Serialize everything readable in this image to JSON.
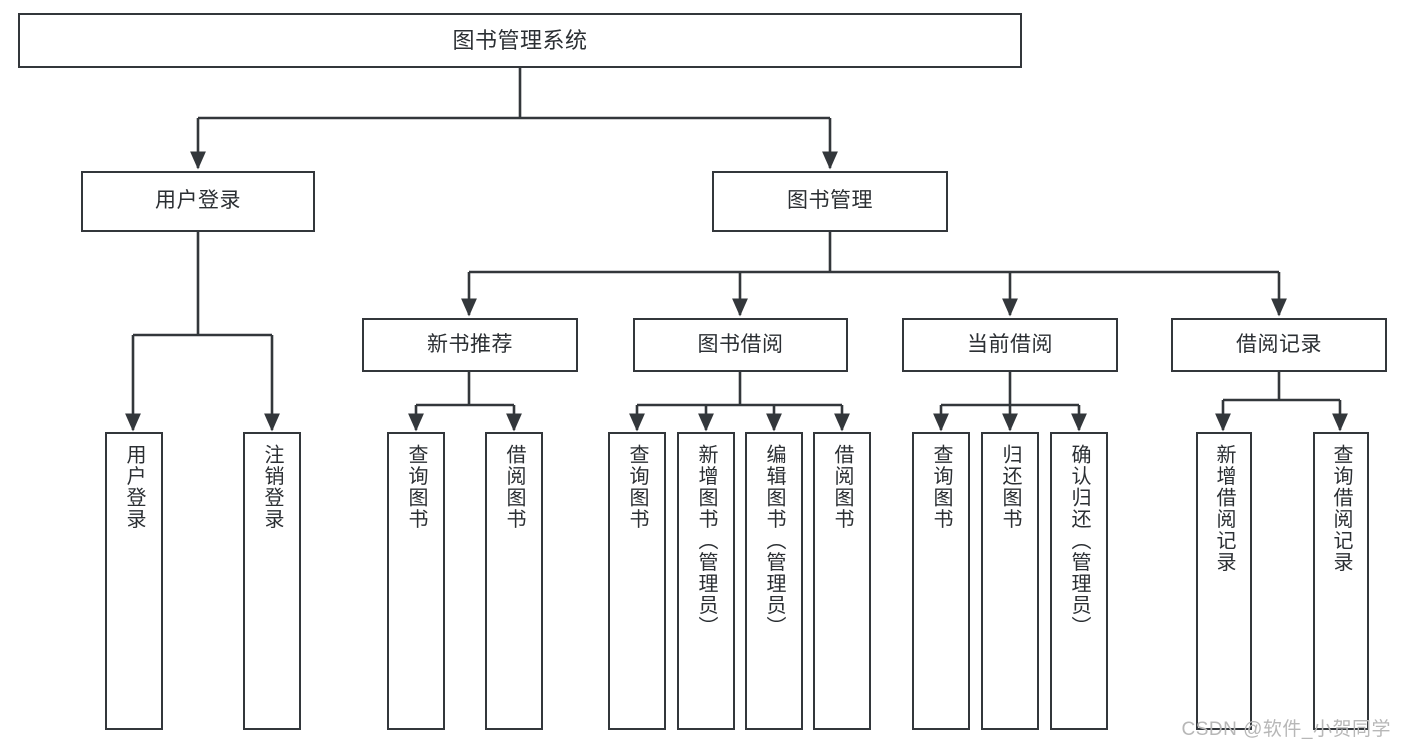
{
  "diagram": {
    "title": "图书管理系统",
    "type": "hierarchy-tree",
    "edge_color": "#33373b",
    "box_border_color": "#33373b",
    "box_fill_color": "#ffffff",
    "text_color": "#2b2f33",
    "watermark": "CSDN @软件_小贺同学"
  },
  "nodes": {
    "root": {
      "label": "图书管理系统",
      "level": 1,
      "orientation": "horizontal"
    },
    "level2": [
      {
        "id": "user-login",
        "label": "用户登录",
        "level": 2,
        "orientation": "horizontal"
      },
      {
        "id": "book-management",
        "label": "图书管理",
        "level": 2,
        "orientation": "horizontal"
      }
    ],
    "level3": [
      {
        "id": "new-book-recommend",
        "label": "新书推荐",
        "level": 3,
        "orientation": "horizontal",
        "parent": "book-management"
      },
      {
        "id": "book-borrow",
        "label": "图书借阅",
        "level": 3,
        "orientation": "horizontal",
        "parent": "book-management"
      },
      {
        "id": "current-borrow",
        "label": "当前借阅",
        "level": 3,
        "orientation": "horizontal",
        "parent": "book-management"
      },
      {
        "id": "borrow-record",
        "label": "借阅记录",
        "level": 3,
        "orientation": "horizontal",
        "parent": "book-management"
      }
    ],
    "leaves": [
      {
        "id": "leaf-user-login",
        "label": "用户登录",
        "parent": "user-login",
        "orientation": "vertical"
      },
      {
        "id": "leaf-user-logout",
        "label": "注销登录",
        "parent": "user-login",
        "orientation": "vertical"
      },
      {
        "id": "leaf-query-book-1",
        "label": "查询图书",
        "parent": "new-book-recommend",
        "orientation": "vertical"
      },
      {
        "id": "leaf-borrow-book-1",
        "label": "借阅图书",
        "parent": "new-book-recommend",
        "orientation": "vertical"
      },
      {
        "id": "leaf-query-book-2",
        "label": "查询图书",
        "parent": "book-borrow",
        "orientation": "vertical"
      },
      {
        "id": "leaf-add-book",
        "label": "新增图书（管理员）",
        "parent": "book-borrow",
        "orientation": "vertical"
      },
      {
        "id": "leaf-edit-book",
        "label": "编辑图书（管理员）",
        "parent": "book-borrow",
        "orientation": "vertical"
      },
      {
        "id": "leaf-borrow-book-2",
        "label": "借阅图书",
        "parent": "book-borrow",
        "orientation": "vertical"
      },
      {
        "id": "leaf-query-book-3",
        "label": "查询图书",
        "parent": "current-borrow",
        "orientation": "vertical"
      },
      {
        "id": "leaf-return-book",
        "label": "归还图书",
        "parent": "current-borrow",
        "orientation": "vertical"
      },
      {
        "id": "leaf-confirm-return",
        "label": "确认归还（管理员）",
        "parent": "current-borrow",
        "orientation": "vertical"
      },
      {
        "id": "leaf-add-record",
        "label": "新增借阅记录",
        "parent": "borrow-record",
        "orientation": "vertical"
      },
      {
        "id": "leaf-query-record",
        "label": "查询借阅记录",
        "parent": "borrow-record",
        "orientation": "vertical"
      }
    ]
  }
}
